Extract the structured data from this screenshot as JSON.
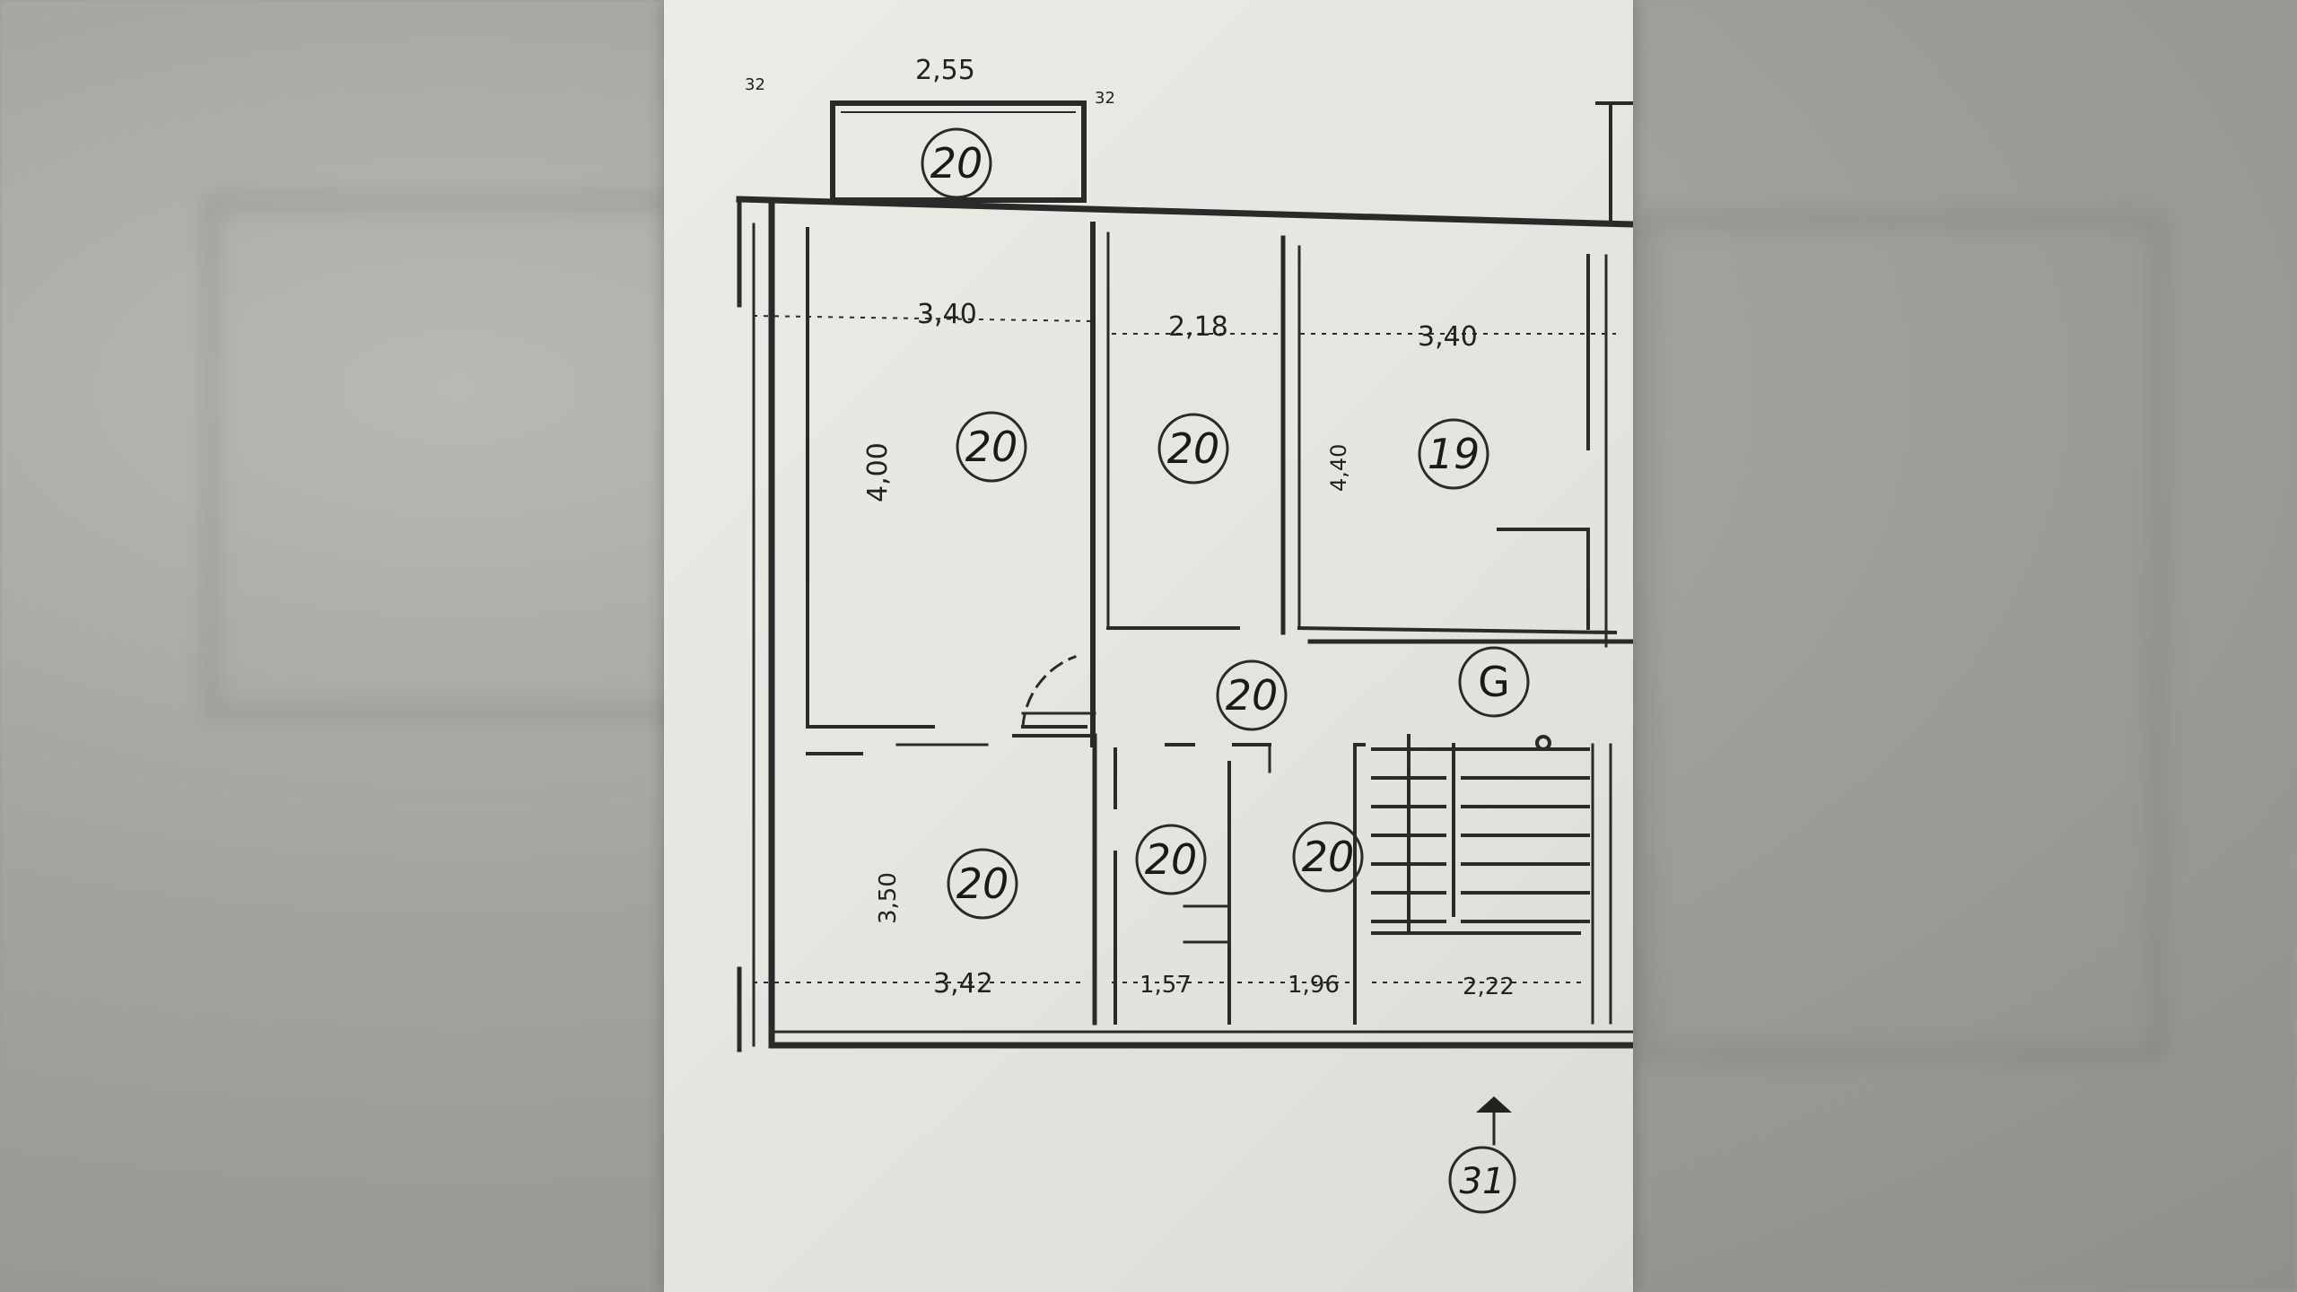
{
  "dimensions": {
    "balcony_width": "2,55",
    "room1_width": "3,40",
    "room2_width": "2,18",
    "room3_width": "3,40",
    "room1_depth": "4,00",
    "room3_depth": "4,40",
    "room4_depth": "3,50",
    "room4_width": "3,42",
    "room5_width": "1,57",
    "room6_width": "1,96",
    "stair_width": "2,22",
    "small_32a": "32",
    "small_32b": "32"
  },
  "room_numbers": {
    "balcony": "20",
    "room1": "20",
    "room2": "20",
    "room3": "19",
    "hall": "20",
    "stair_g": "G",
    "room4": "20",
    "room5": "20",
    "room6": "20",
    "entry": "31"
  }
}
